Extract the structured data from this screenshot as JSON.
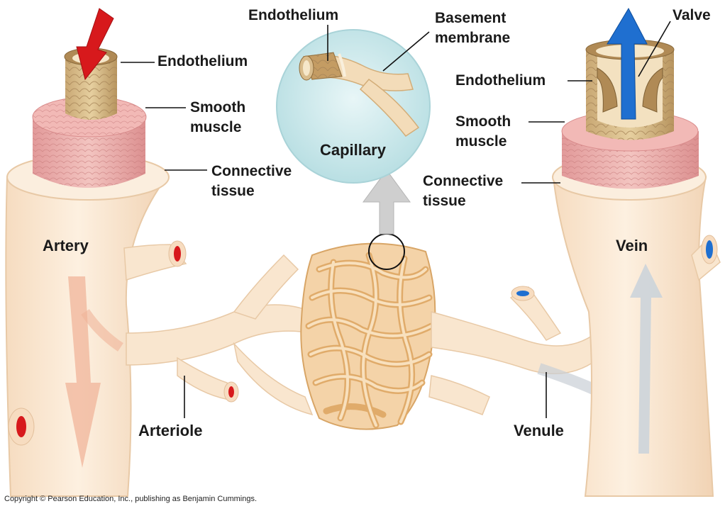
{
  "labels": {
    "artery_endothelium": "Endothelium",
    "artery_smooth_muscle": "Smooth\nmuscle",
    "artery_connective_tissue": "Connective\ntissue",
    "artery": "Artery",
    "arteriole": "Arteriole",
    "capillary_endothelium": "Endothelium",
    "basement_membrane": "Basement\nmembrane",
    "capillary": "Capillary",
    "valve": "Valve",
    "vein_endothelium": "Endothelium",
    "vein_smooth_muscle": "Smooth\nmuscle",
    "vein_connective_tissue": "Connective\ntissue",
    "vein": "Vein",
    "venule": "Venule"
  },
  "copyright": "Copyright © Pearson Education, Inc., publishing as Benjamin Cummings.",
  "colors": {
    "oxygenated_blood": "#d7191c",
    "deoxygenated_blood": "#1f6fd0",
    "vessel_wall": "#f8e3c8",
    "smooth_muscle": "#e8a3a3",
    "capillary_bed": "#efc58f",
    "magnifier_background": "#cfe9ec"
  }
}
